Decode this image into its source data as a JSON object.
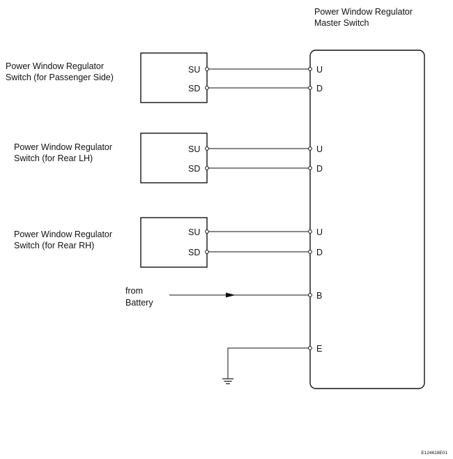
{
  "master_switch": {
    "title_line1": "Power Window Regulator",
    "title_line2": "Master Switch",
    "terminals": [
      "U",
      "D",
      "U",
      "D",
      "U",
      "D",
      "B",
      "E"
    ]
  },
  "switches": [
    {
      "title_line1": "Power Window Regulator",
      "title_line2": "Switch (for Passenger Side)",
      "pin_up": "SU",
      "pin_down": "SD"
    },
    {
      "title_line1": "Power Window Regulator",
      "title_line2": "Switch (for Rear LH)",
      "pin_up": "SU",
      "pin_down": "SD"
    },
    {
      "title_line1": "Power Window Regulator",
      "title_line2": "Switch (for Rear RH)",
      "pin_up": "SU",
      "pin_down": "SD"
    }
  ],
  "battery": {
    "line1": "from",
    "line2": "Battery"
  },
  "figure_code": "E124618E01"
}
